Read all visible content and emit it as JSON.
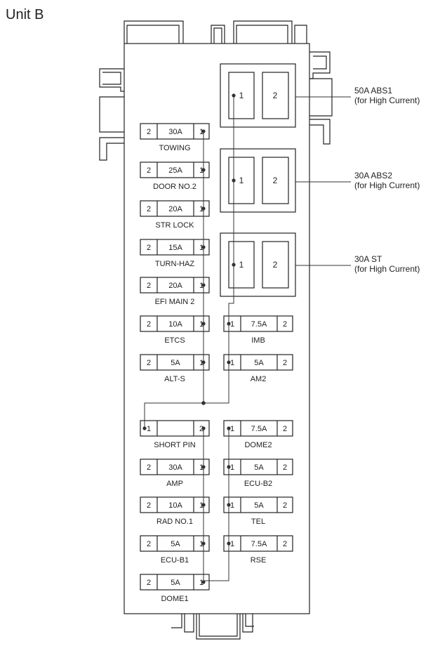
{
  "unit_title": "Unit B",
  "fuses_left": [
    {
      "pin_left": "2",
      "amp": "30A",
      "pin_right": "1",
      "label": "TOWING"
    },
    {
      "pin_left": "2",
      "amp": "25A",
      "pin_right": "1",
      "label": "DOOR NO.2"
    },
    {
      "pin_left": "2",
      "amp": "20A",
      "pin_right": "1",
      "label": "STR LOCK"
    },
    {
      "pin_left": "2",
      "amp": "15A",
      "pin_right": "1",
      "label": "TURN-HAZ"
    },
    {
      "pin_left": "2",
      "amp": "20A",
      "pin_right": "1",
      "label": "EFI MAIN 2"
    },
    {
      "pin_left": "2",
      "amp": "10A",
      "pin_right": "1",
      "label": "ETCS"
    },
    {
      "pin_left": "2",
      "amp": "5A",
      "pin_right": "1",
      "label": "ALT-S"
    },
    {
      "pin_left": "1",
      "amp": "",
      "pin_right": "2",
      "label": "SHORT PIN"
    },
    {
      "pin_left": "2",
      "amp": "30A",
      "pin_right": "1",
      "label": "AMP"
    },
    {
      "pin_left": "2",
      "amp": "10A",
      "pin_right": "1",
      "label": "RAD NO.1"
    },
    {
      "pin_left": "2",
      "amp": "5A",
      "pin_right": "1",
      "label": "ECU-B1"
    },
    {
      "pin_left": "2",
      "amp": "5A",
      "pin_right": "1",
      "label": "DOME1"
    }
  ],
  "fuses_right": [
    {
      "pin_left": "1",
      "amp": "7.5A",
      "pin_right": "2",
      "label": "IMB"
    },
    {
      "pin_left": "1",
      "amp": "5A",
      "pin_right": "2",
      "label": "AM2"
    },
    {
      "pin_left": "1",
      "amp": "7.5A",
      "pin_right": "2",
      "label": "DOME2"
    },
    {
      "pin_left": "1",
      "amp": "5A",
      "pin_right": "2",
      "label": "ECU-B2"
    },
    {
      "pin_left": "1",
      "amp": "5A",
      "pin_right": "2",
      "label": "TEL"
    },
    {
      "pin_left": "1",
      "amp": "7.5A",
      "pin_right": "2",
      "label": "RSE"
    }
  ],
  "relays": [
    {
      "pin1": "1",
      "pin2": "2",
      "callout_line1": "50A ABS1",
      "callout_line2": "(for High Current)"
    },
    {
      "pin1": "1",
      "pin2": "2",
      "callout_line1": "30A ABS2",
      "callout_line2": "(for High Current)"
    },
    {
      "pin1": "1",
      "pin2": "2",
      "callout_line1": "30A ST",
      "callout_line2": "(for High Current)"
    }
  ]
}
